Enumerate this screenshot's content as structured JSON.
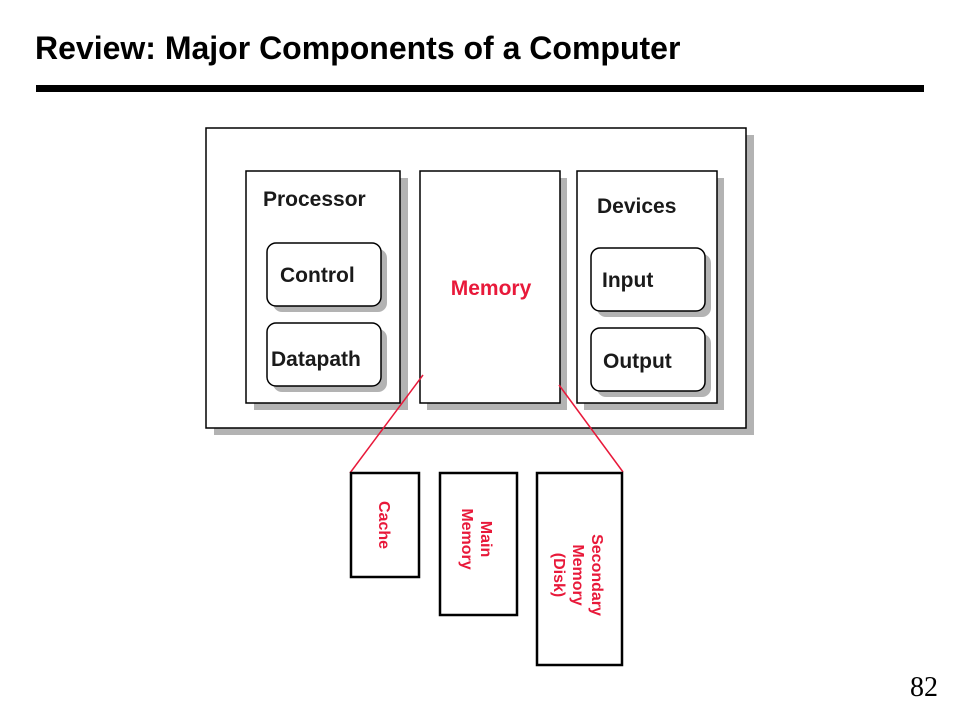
{
  "slide": {
    "title": "Review: Major Components of a Computer",
    "page_number": "82"
  },
  "colors": {
    "text": "#000000",
    "memory_red": "#e8193a",
    "box_stroke": "#000000",
    "shadow": "#b3b3b3"
  },
  "diagram": {
    "computer": {
      "processor": {
        "label": "Processor",
        "parts": [
          "Control",
          "Datapath"
        ]
      },
      "memory": {
        "label": "Memory"
      },
      "devices": {
        "label": "Devices",
        "parts": [
          "Input",
          "Output"
        ]
      }
    },
    "memory_hierarchy": [
      {
        "lines": [
          "Cache"
        ]
      },
      {
        "lines": [
          "Main",
          "Memory"
        ]
      },
      {
        "lines": [
          "Secondary",
          "Memory",
          "(Disk)"
        ]
      }
    ]
  }
}
